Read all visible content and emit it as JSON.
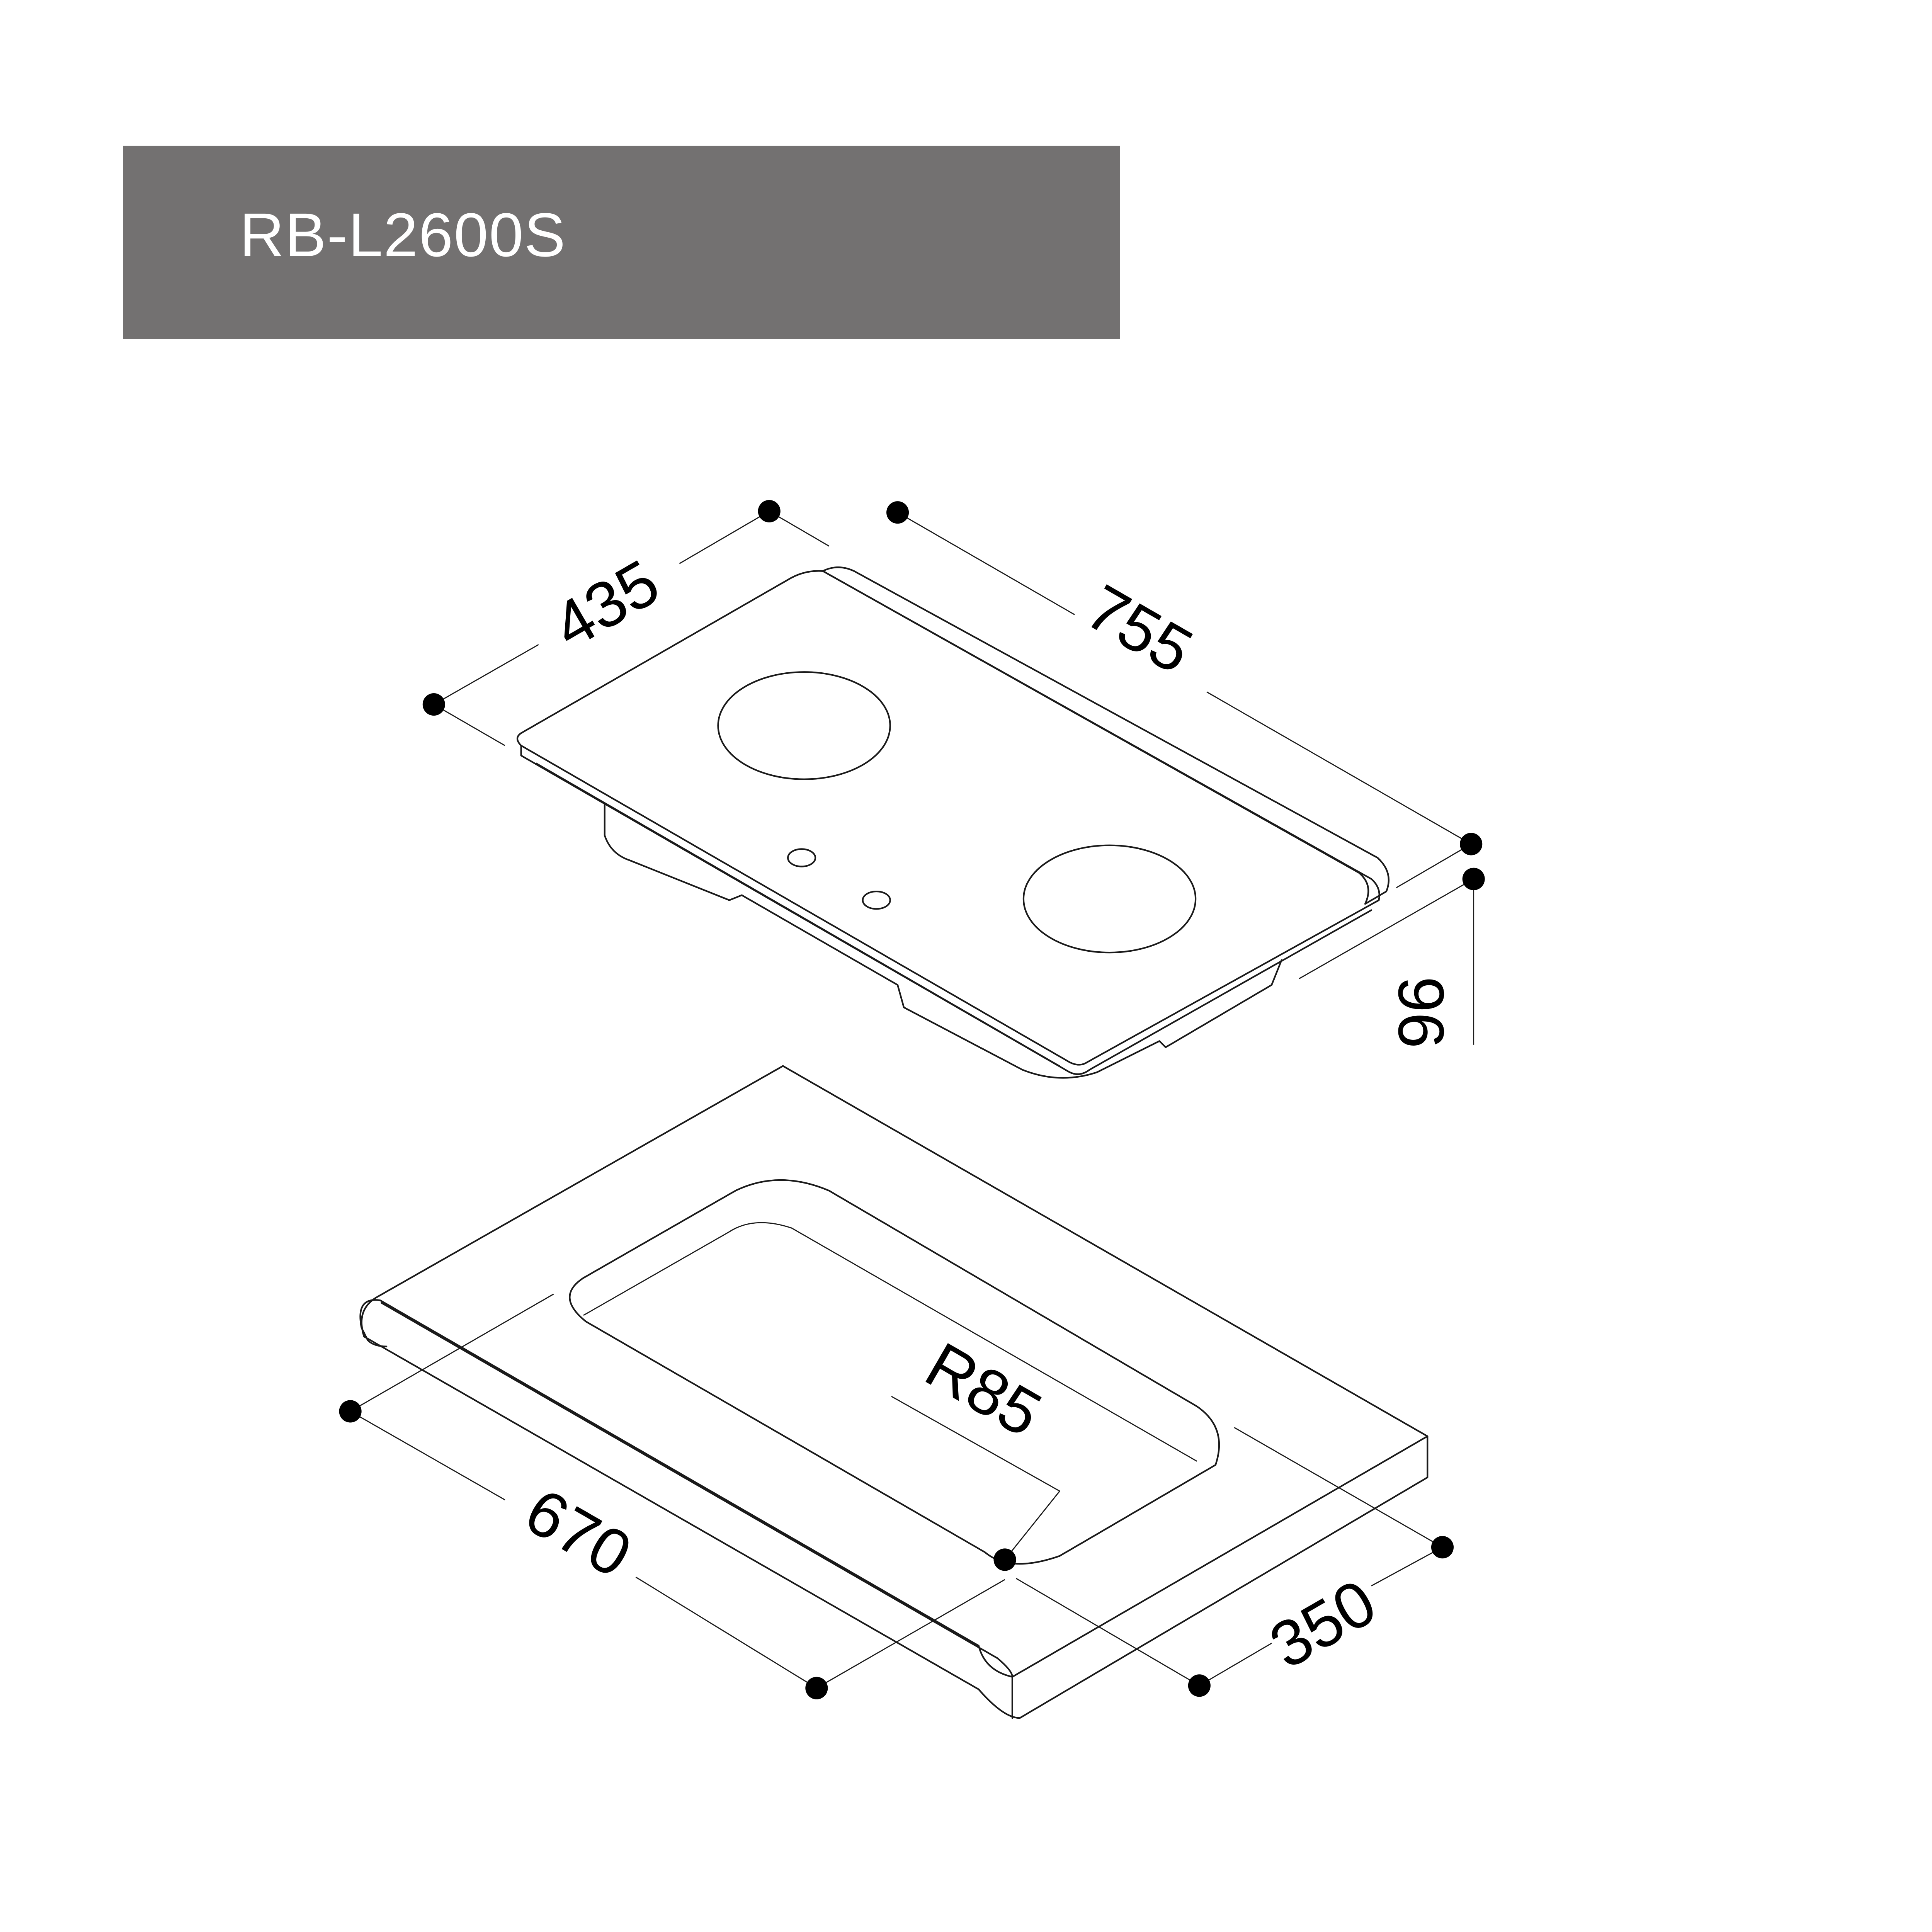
{
  "title": "RB-L2600S",
  "colors": {
    "banner": "#737171",
    "banner_text": "#ffffff",
    "lines": "#1a1a1a"
  },
  "dimensions": {
    "hob_depth": "435",
    "hob_width": "755",
    "hob_height": "96",
    "cutout_width": "670",
    "cutout_depth": "350",
    "corner_radius": "R85"
  }
}
